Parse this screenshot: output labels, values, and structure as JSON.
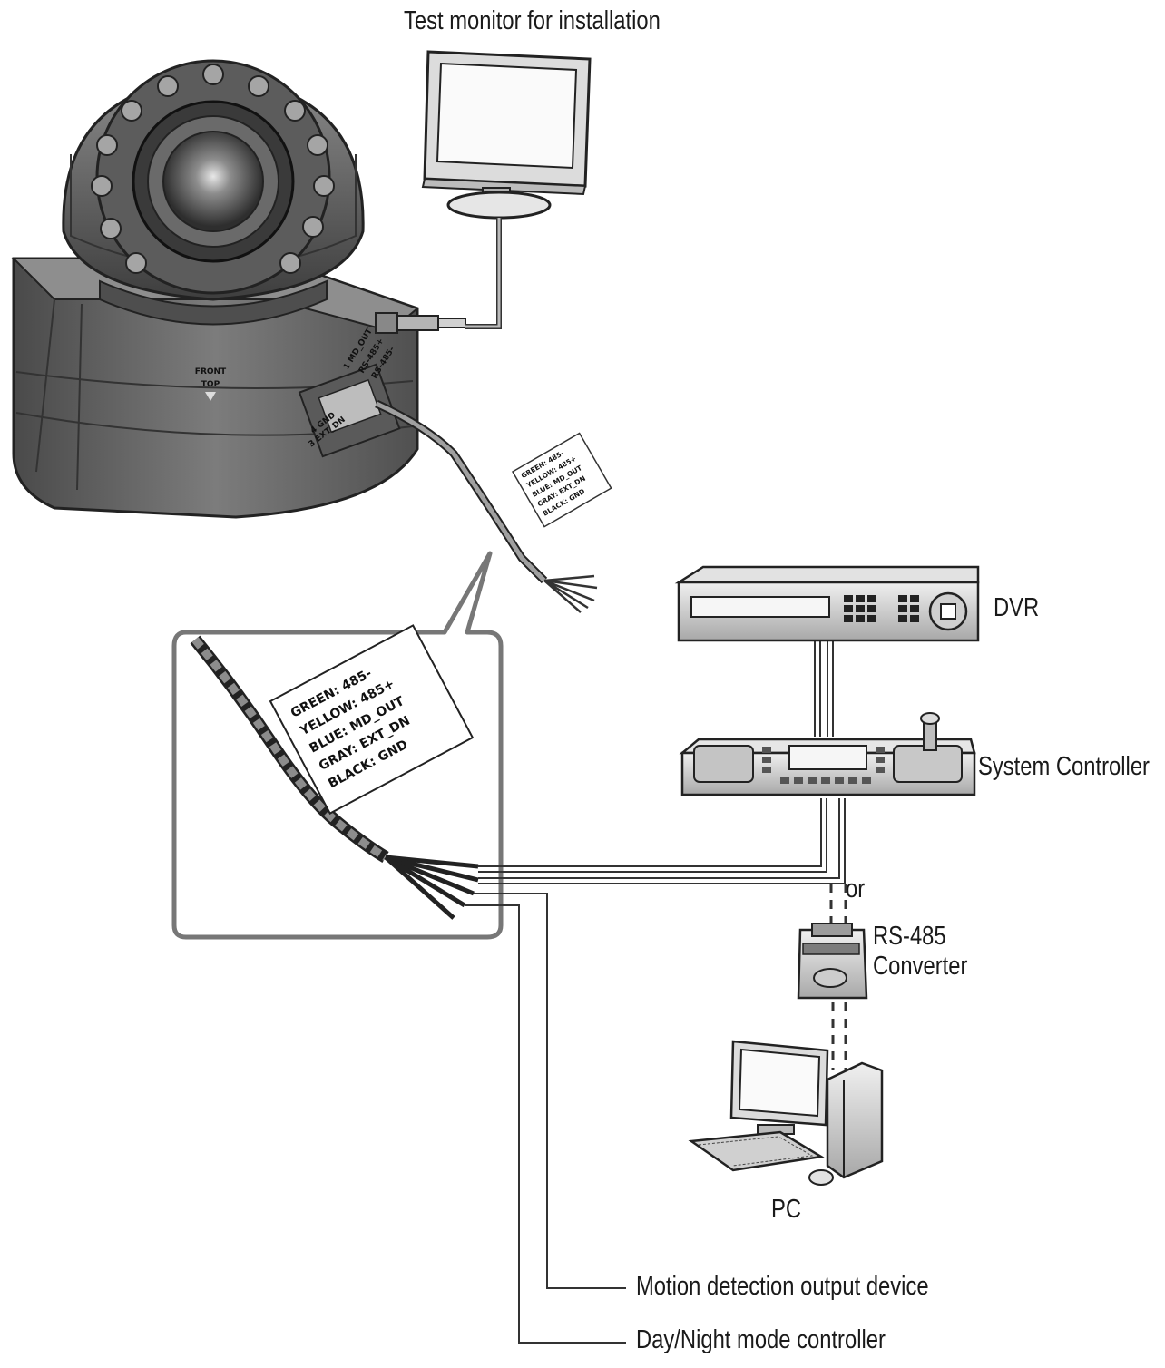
{
  "labels": {
    "test_monitor": "Test monitor for installation",
    "dvr": "DVR",
    "system_controller": "System Controller",
    "or": "or",
    "rs485_line1": "RS-485",
    "rs485_line2": "Converter",
    "pc": "PC",
    "motion_device": "Motion detection output device",
    "daynight_controller": "Day/Night mode controller"
  },
  "camera": {
    "front_line1": "FRONT",
    "front_line2": "TOP",
    "port_a1": "4 GND",
    "port_a2": "3 EXT_DN",
    "port_b1": "1 MD_OUT",
    "port_b2": "RS-485+",
    "port_b3": "RS-485-"
  },
  "wire_tag": {
    "lines": [
      "GREEN: 485-",
      "YELLOW: 485+",
      "BLUE: MD_OUT",
      "GRAY: EXT_DN",
      "BLACK: GND"
    ]
  },
  "colors": {
    "line": "#333333",
    "device_light": "#d4d4d4",
    "device_mid": "#9a9a9a",
    "device_dark": "#555555",
    "camera_body": "#6a6a6a"
  }
}
